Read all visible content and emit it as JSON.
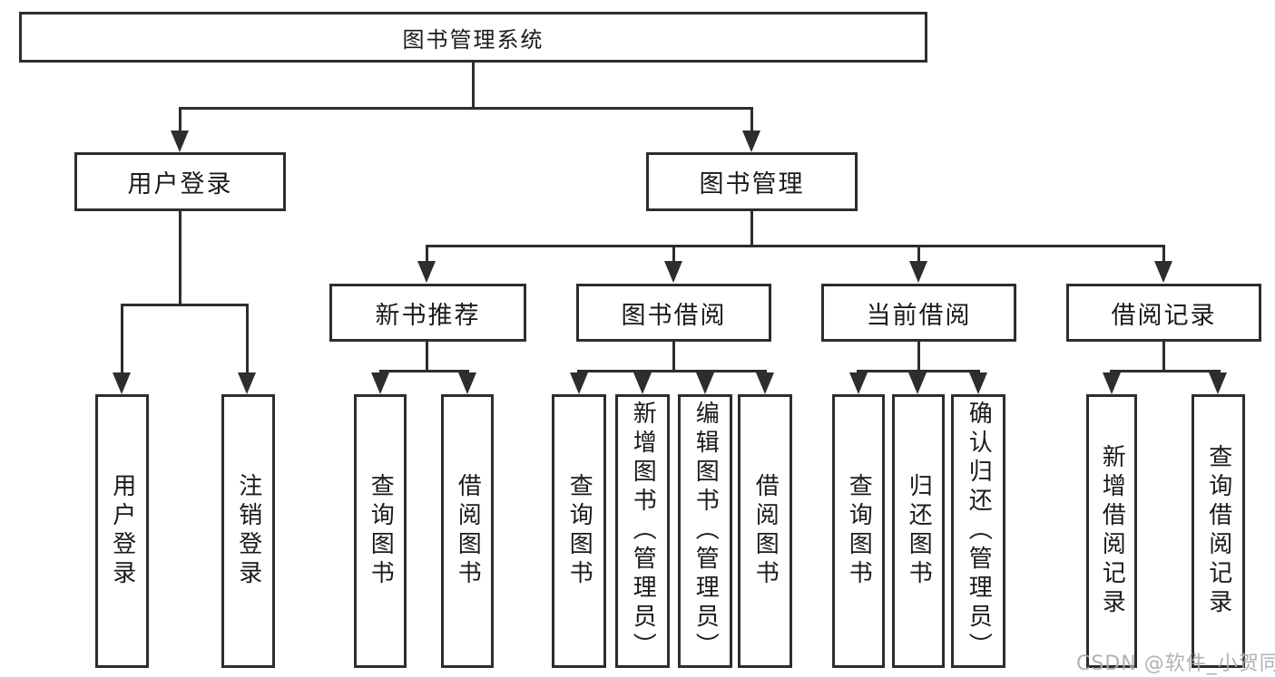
{
  "root": {
    "label": "图书管理系统"
  },
  "level2": {
    "user_login": {
      "label": "用户登录",
      "children": [
        "用户登录",
        "注销登录"
      ]
    },
    "book_management": {
      "label": "图书管理"
    }
  },
  "modules": {
    "new_book_recommend": {
      "label": "新书推荐",
      "children": [
        "查询图书",
        "借阅图书"
      ]
    },
    "book_borrow": {
      "label": "图书借阅",
      "children": [
        "查询图书",
        "新增图书（管理员）",
        "编辑图书（管理员）",
        "借阅图书"
      ]
    },
    "current_borrow": {
      "label": "当前借阅",
      "children": [
        "查询图书",
        "归还图书",
        "确认归还（管理员）"
      ]
    },
    "borrow_records": {
      "label": "借阅记录",
      "children": [
        "新增借阅记录",
        "查询借阅记录"
      ]
    }
  },
  "watermark": "CSDN @软件_小贺同学",
  "colors": {
    "line": "#2d2d2d",
    "text": "#1a1a1a",
    "watermark": "#ababab",
    "background": "#ffffff"
  }
}
